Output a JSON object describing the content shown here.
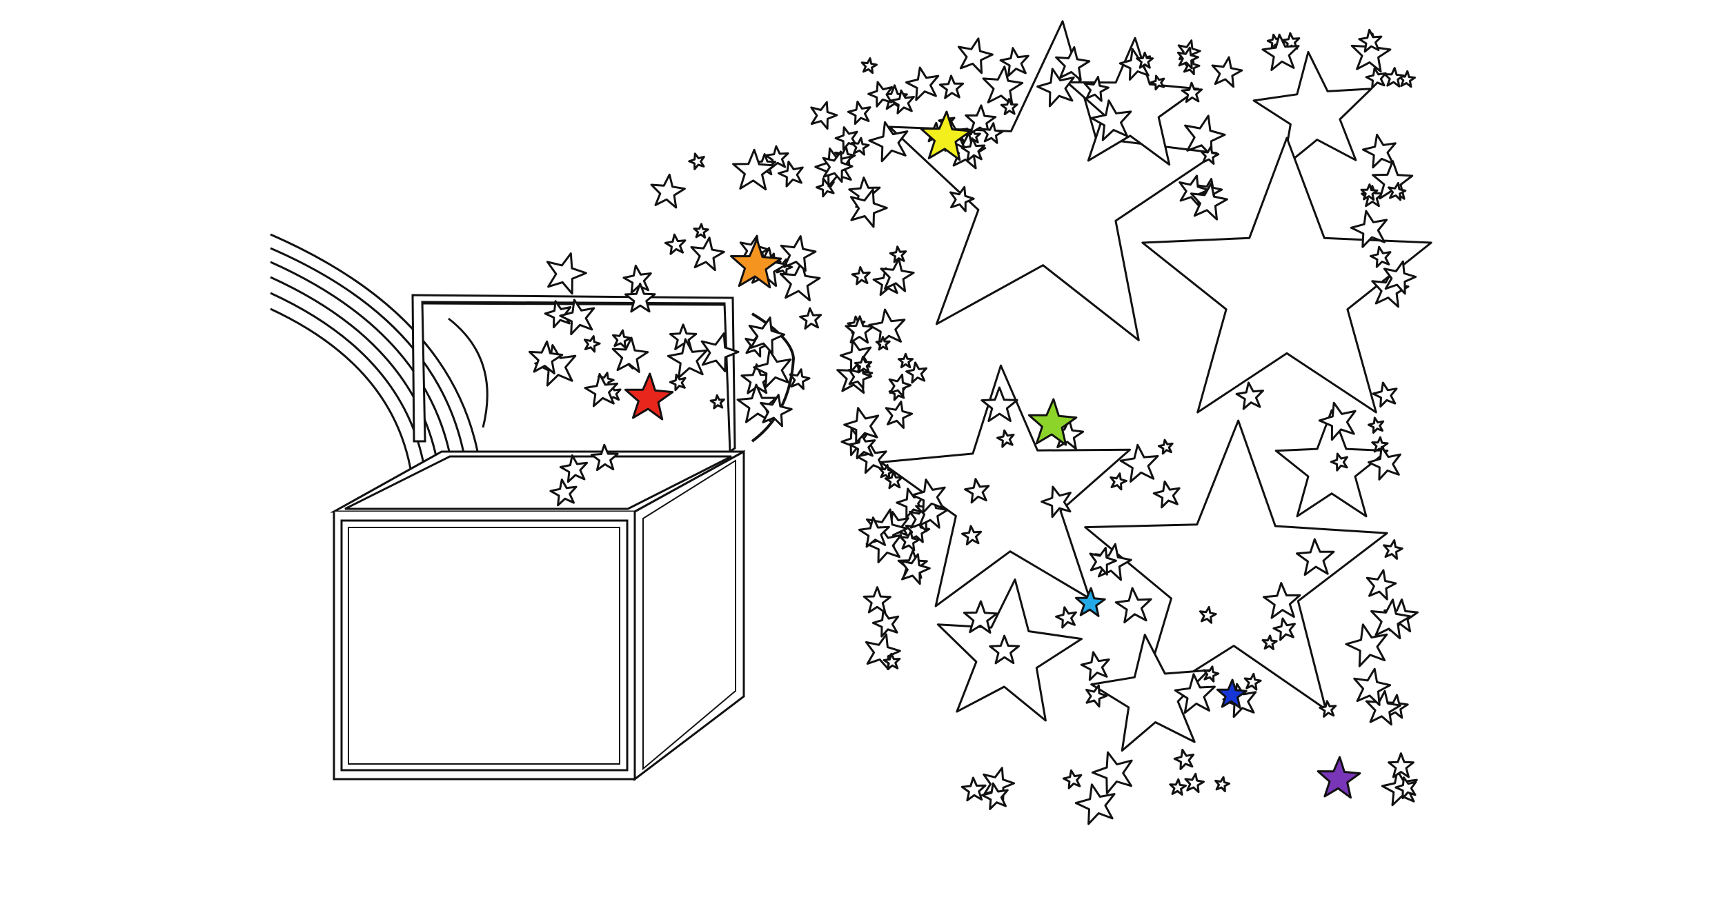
{
  "illustration": {
    "line_color": "#111111",
    "background": "#ffffff",
    "colored_stars": [
      {
        "name": "red",
        "fill": "#e8261c"
      },
      {
        "name": "orange",
        "fill": "#f5951f"
      },
      {
        "name": "yellow",
        "fill": "#f3ef1d"
      },
      {
        "name": "green",
        "fill": "#8dd42a"
      },
      {
        "name": "cyan",
        "fill": "#23a9e6"
      },
      {
        "name": "blue",
        "fill": "#1636d6"
      },
      {
        "name": "purple",
        "fill": "#7a36b8"
      }
    ]
  }
}
